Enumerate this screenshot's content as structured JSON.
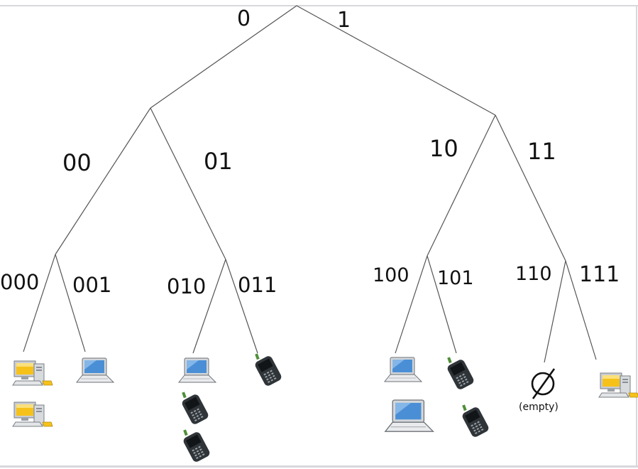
{
  "edge_labels": {
    "b0": "0",
    "b1": "1",
    "b00": "00",
    "b01": "01",
    "b10": "10",
    "b11": "11",
    "b000": "000",
    "b001": "001",
    "b010": "010",
    "b011": "011",
    "b100": "100",
    "b101": "101",
    "b110": "110",
    "b111": "111"
  },
  "empty_label": "(empty)",
  "empty_symbol": "∅",
  "colors": {
    "line": "#555555",
    "monitor_screen": "#f6c21a",
    "laptop_screen": "#4a8fd6",
    "phone_body": "#2f3438",
    "frame": "#d8d8dc"
  },
  "leaves": [
    {
      "path": "000",
      "devices": [
        "desktop-icon",
        "desktop-icon"
      ]
    },
    {
      "path": "001",
      "devices": [
        "laptop-icon"
      ]
    },
    {
      "path": "010",
      "devices": [
        "laptop-icon",
        "phone-icon",
        "phone-icon"
      ]
    },
    {
      "path": "011",
      "devices": [
        "phone-icon"
      ]
    },
    {
      "path": "100",
      "devices": [
        "laptop-icon",
        "laptop-icon"
      ]
    },
    {
      "path": "101",
      "devices": [
        "phone-icon",
        "phone-icon"
      ]
    },
    {
      "path": "110",
      "devices": []
    },
    {
      "path": "111",
      "devices": [
        "desktop-icon"
      ]
    }
  ]
}
